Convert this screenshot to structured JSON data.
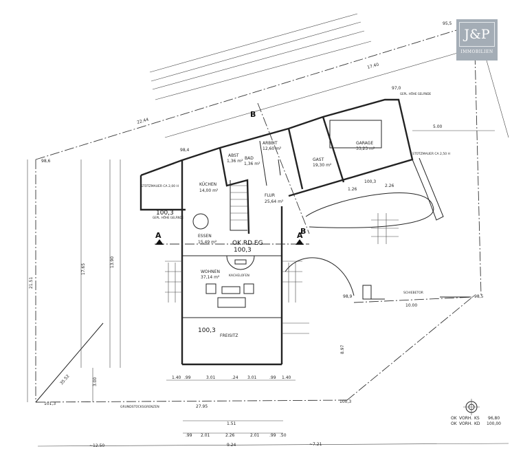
{
  "logo": {
    "mark": "J&P",
    "subtitle": "IMMOBILIEN"
  },
  "rooms": [
    {
      "name": "ABST",
      "area": "1,36 m²"
    },
    {
      "name": "BAD",
      "area": "1,36 m²"
    },
    {
      "name": "ARBEIT",
      "area": "12,60 m²"
    },
    {
      "name": "GAST",
      "area": "19,30 m²"
    },
    {
      "name": "GARAGE",
      "area": "33,23 m²"
    },
    {
      "name": "KÜCHEN",
      "area": "14,00 m²"
    },
    {
      "name": "FLUR",
      "area": "25,64 m²"
    },
    {
      "name": "ESSEN",
      "area": "15,49 m²"
    },
    {
      "name": "WOHNEN",
      "area": "37,14 m²"
    },
    {
      "name": "FREISITZ",
      "area": ""
    }
  ],
  "labels": {
    "kachelofen": "KACHELOFEN",
    "ok_rd_eg": "OK RD EG",
    "stuetzmauer_left": "STÜTZMAUER CA 2,00 H",
    "stuetzmauer_right": "STÜTZMAUER CA 2,50 H",
    "gepl_hoehe": "GEPL. HÖHE GELÄNDE",
    "gepl_hoehe_2": "GEPL. HÖHE GELÄNDE",
    "schiebetor": "SCHIEBETOR",
    "grundstuecksgrenzen": "GRUNDSTÜCKSGRENZEN",
    "section_a": "A",
    "section_b": "B"
  },
  "elevations": {
    "e1": "98,6",
    "e2": "98,4",
    "e3": "95,5",
    "e4": "97,0",
    "e5": "100,3",
    "e6": "100,3",
    "e7": "100,3",
    "e8": "100,3",
    "e9": "98,9",
    "e10": "98,5",
    "e11": "101,3",
    "e12": "100,3"
  },
  "dimensions": {
    "d_22_44": "22.44",
    "d_17_40": "17.40",
    "d_5_00": "5.00",
    "d_10_00": "10.00",
    "d_21_51": "21.51",
    "d_17_65": "17.65",
    "d_13_90": "13.90",
    "d_35_52": "35.52",
    "d_3_00": "3.00",
    "d_8_97": "8.97",
    "d_27_95": "27.95",
    "d_2_26": "2.26",
    "d_1_26": "1.26",
    "bottom_row1": [
      "1.40",
      ".99",
      "3.01",
      ".24",
      "3.01",
      ".99",
      "1.40"
    ],
    "bottom_row2": [
      "1.51"
    ],
    "bottom_row3": [
      ".99",
      "2.01",
      "2.26",
      "2.01",
      ".99",
      ".50"
    ],
    "bottom_row4": [
      "~12.50",
      "9.24",
      "~7.21"
    ]
  },
  "legend": {
    "row1": [
      "OK",
      "VORH.",
      "KS",
      "96,80"
    ],
    "row2": [
      "OK",
      "VORH.",
      "KD",
      "100,00"
    ]
  }
}
